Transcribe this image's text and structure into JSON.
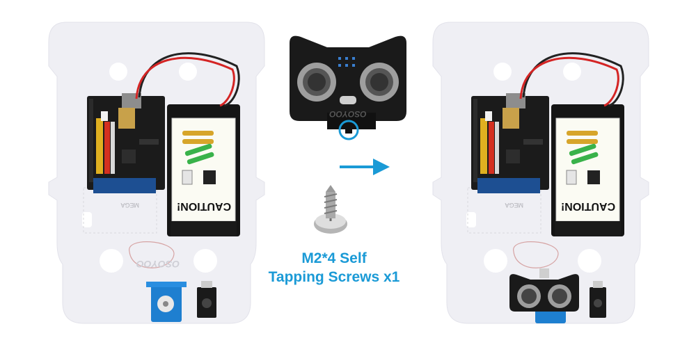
{
  "colors": {
    "accent": "#1a9ad6",
    "chassis": "#eeeef3",
    "board": "#1b1b1b",
    "battery_box": "#151515",
    "servo": "#1e7fd0"
  },
  "left_car": {
    "board_label": "MEGA",
    "caution_label": "CAUTION!",
    "brand_label": "OSOYOO"
  },
  "sensor_module": {
    "brand_label": "OSOYOO"
  },
  "right_car": {
    "board_label": "MEGA",
    "caution_label": "CAUTION!"
  },
  "caption": {
    "line1": "M2*4 Self",
    "line2": "Tapping Screws x1"
  },
  "icons": [
    "arrow-right-icon",
    "screw-icon",
    "highlight-circle-icon"
  ]
}
